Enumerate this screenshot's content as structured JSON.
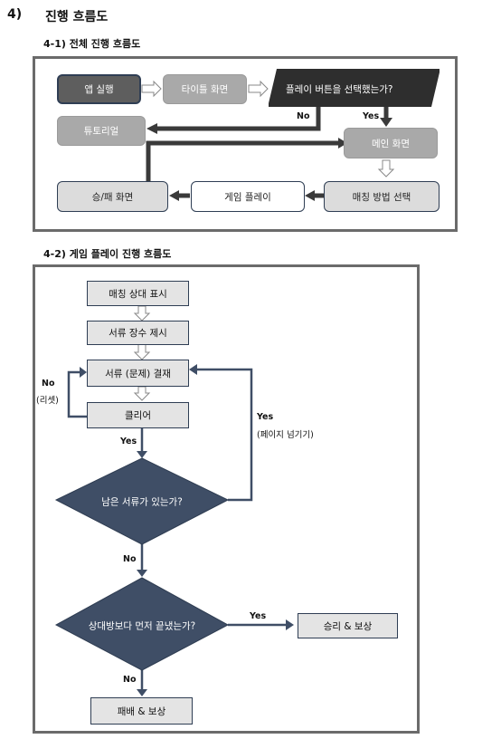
{
  "section": {
    "number": "4)",
    "title": "진행 흐름도"
  },
  "sub1": {
    "title": "4-1) 전체 진행 흐름도"
  },
  "sub2": {
    "title": "4-2) 게임 플레이 진행 흐름도"
  },
  "flow1": {
    "app_run": "앱 실행",
    "title_screen": "타이틀 화면",
    "play_question": "플레이 버튼을 선택했는가?",
    "no": "No",
    "yes": "Yes",
    "tutorial": "튜토리얼",
    "main_screen": "메인 화면",
    "match_select": "매칭 방법 선택",
    "game_play": "게임 플레이",
    "win_lose": "승/패 화면"
  },
  "flow2": {
    "show_opponent": "매칭 상대 표시",
    "show_docs": "서류 장수 제시",
    "approve": "서류 (문제) 결재",
    "clear": "클리어",
    "no_label": "No",
    "reset": "(리셋)",
    "yes_label": "Yes",
    "yes_right": "Yes",
    "next_page": "(페이지 넘기기)",
    "docs_left": "남은 서류가 있는가?",
    "no_label2": "No",
    "finished_first": "상대방보다 먼저 끝냈는가?",
    "yes_label2": "Yes",
    "win_reward": "승리 & 보상",
    "no_label3": "No",
    "lose_reward": "패배 & 보상"
  }
}
